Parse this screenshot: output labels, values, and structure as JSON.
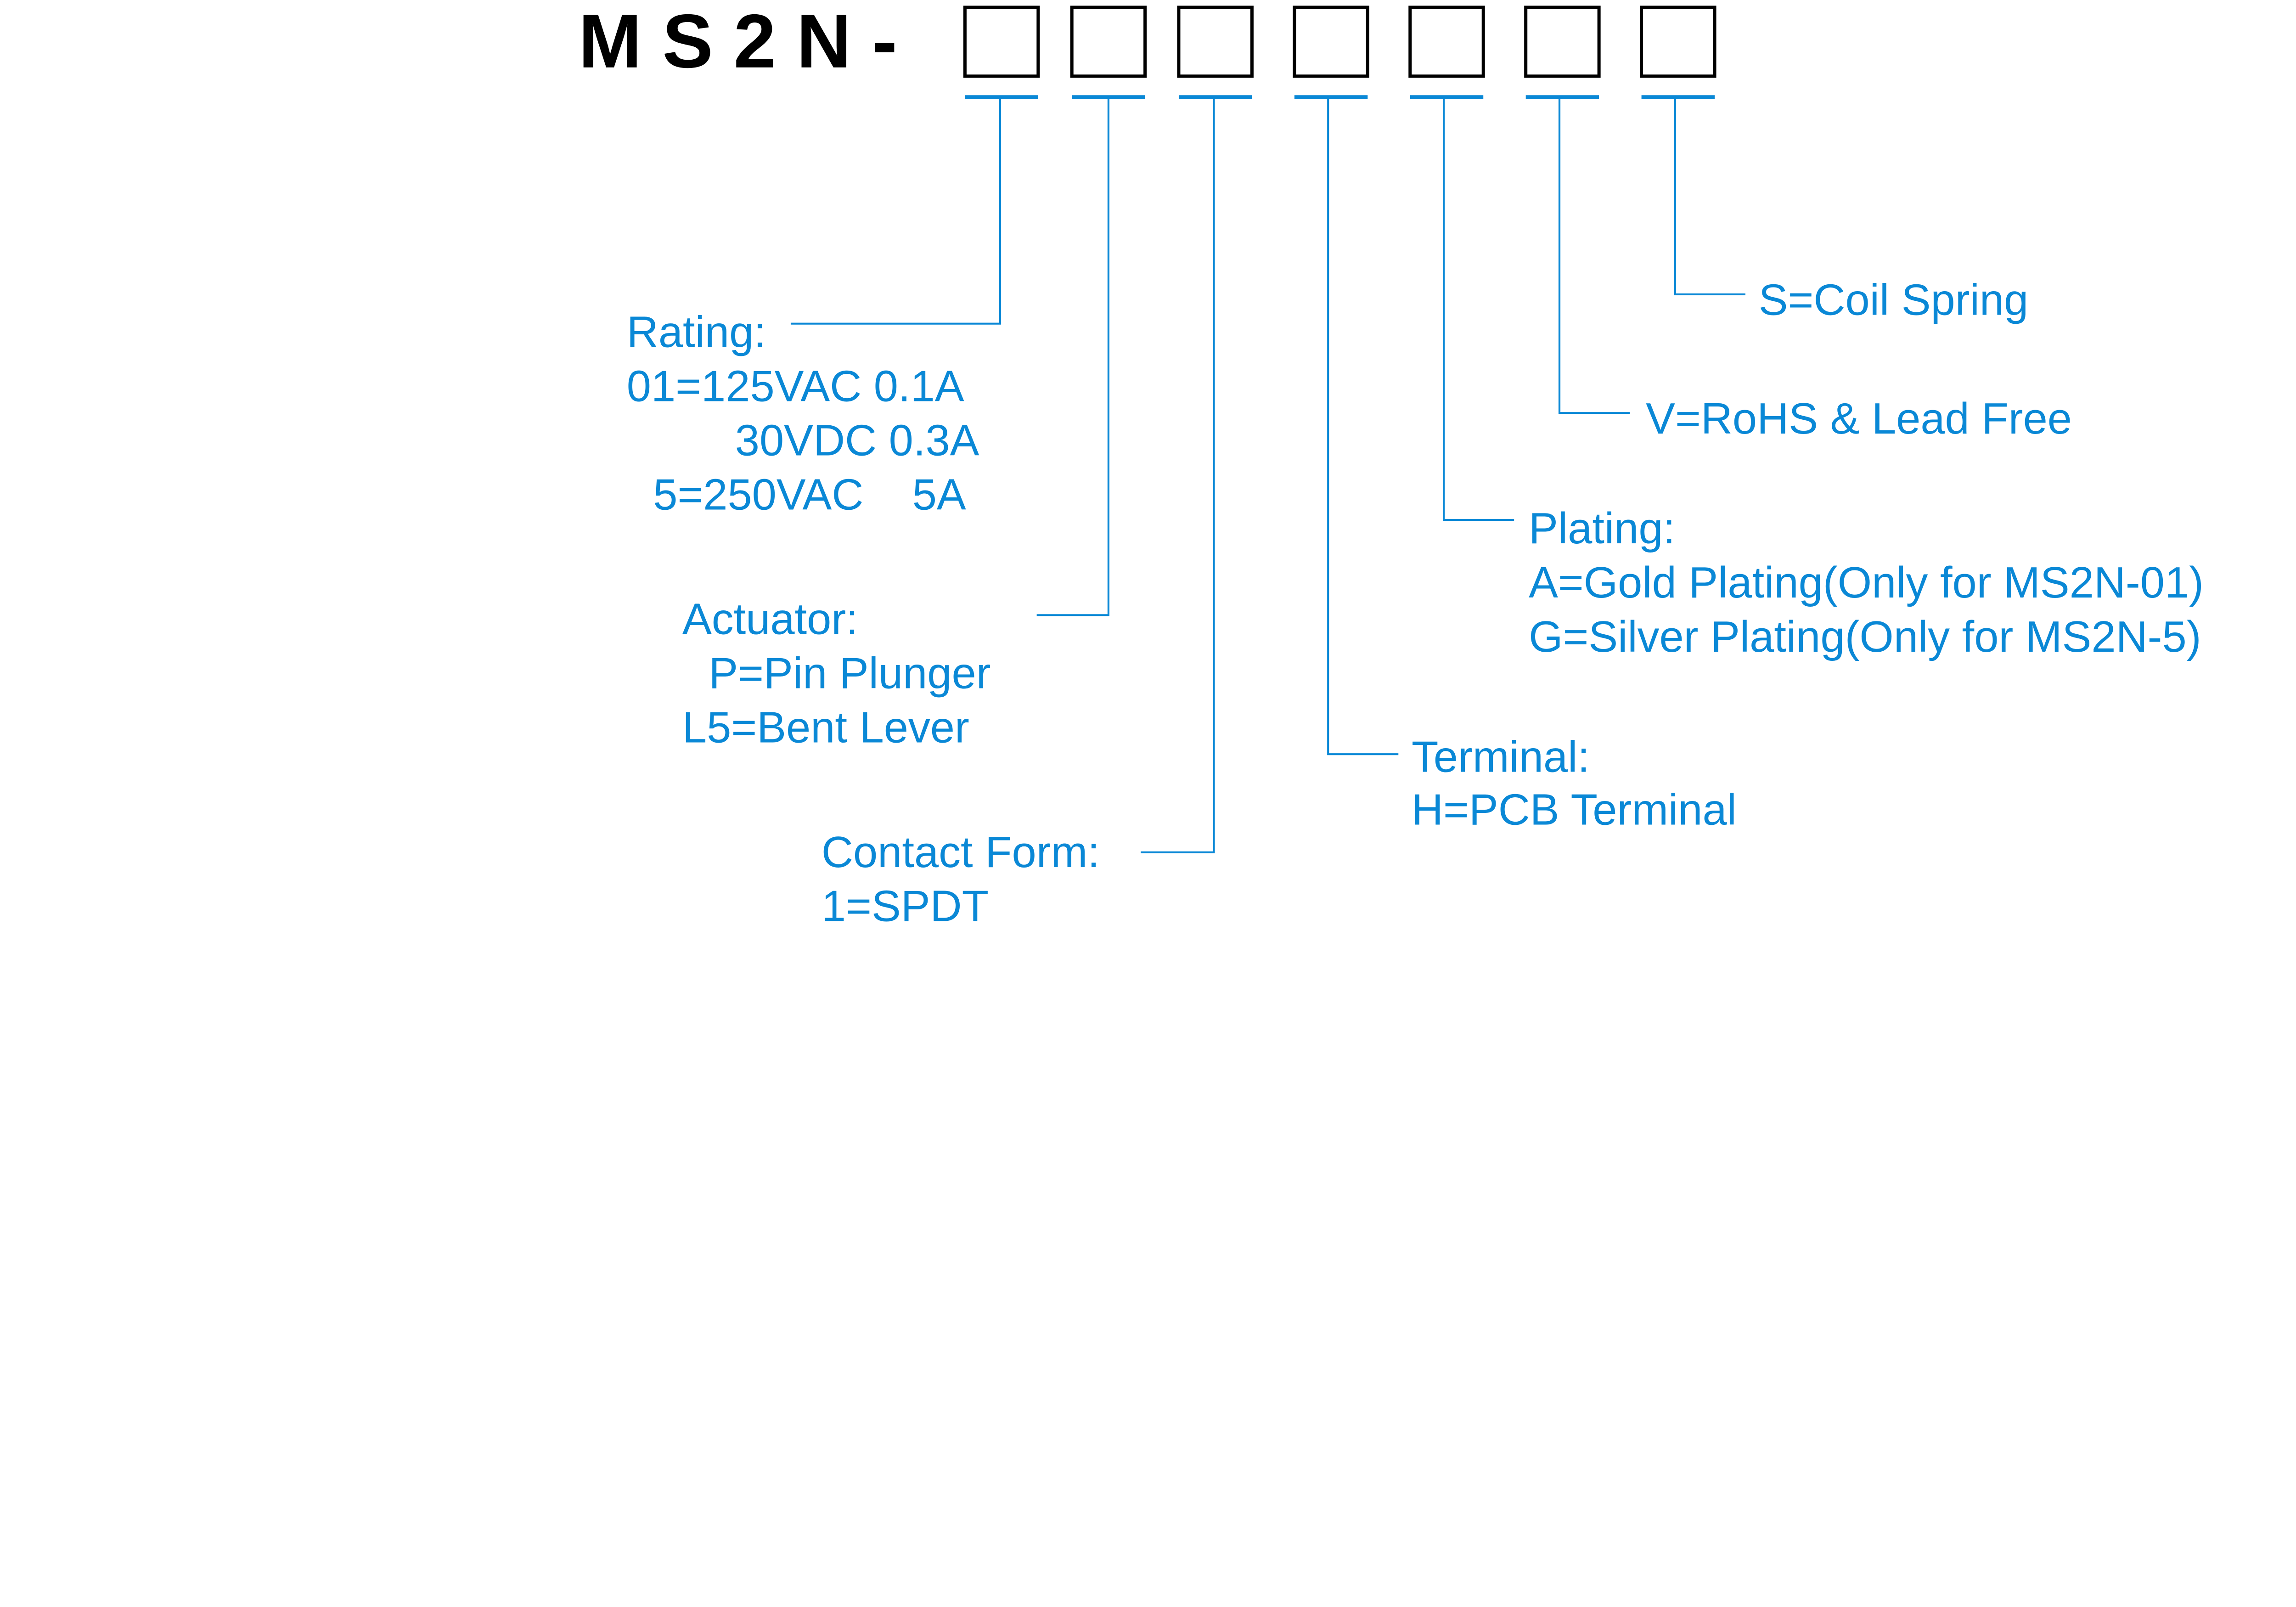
{
  "title": "MS2N-",
  "accent_color": "#0a88d6",
  "slots": 7,
  "rating": {
    "label": "Rating:",
    "lines": [
      "01=125VAC 0.1A",
      "30VDC 0.3A",
      "5=250VAC    5A"
    ]
  },
  "actuator": {
    "label": "Actuator:",
    "lines": [
      "P=Pin Plunger",
      "L5=Bent Lever"
    ]
  },
  "contact_form": {
    "label": "Contact Form:",
    "lines": [
      "1=SPDT"
    ]
  },
  "terminal": {
    "label": "Terminal:",
    "lines": [
      "H=PCB Terminal"
    ]
  },
  "plating": {
    "label": "Plating:",
    "lines": [
      "A=Gold Plating(Only for MS2N-01)",
      "G=Silver Plating(Only for MS2N-5)"
    ]
  },
  "rohs": {
    "label": "V=RoHS & Lead Free"
  },
  "spring": {
    "label": "S=Coil Spring"
  }
}
